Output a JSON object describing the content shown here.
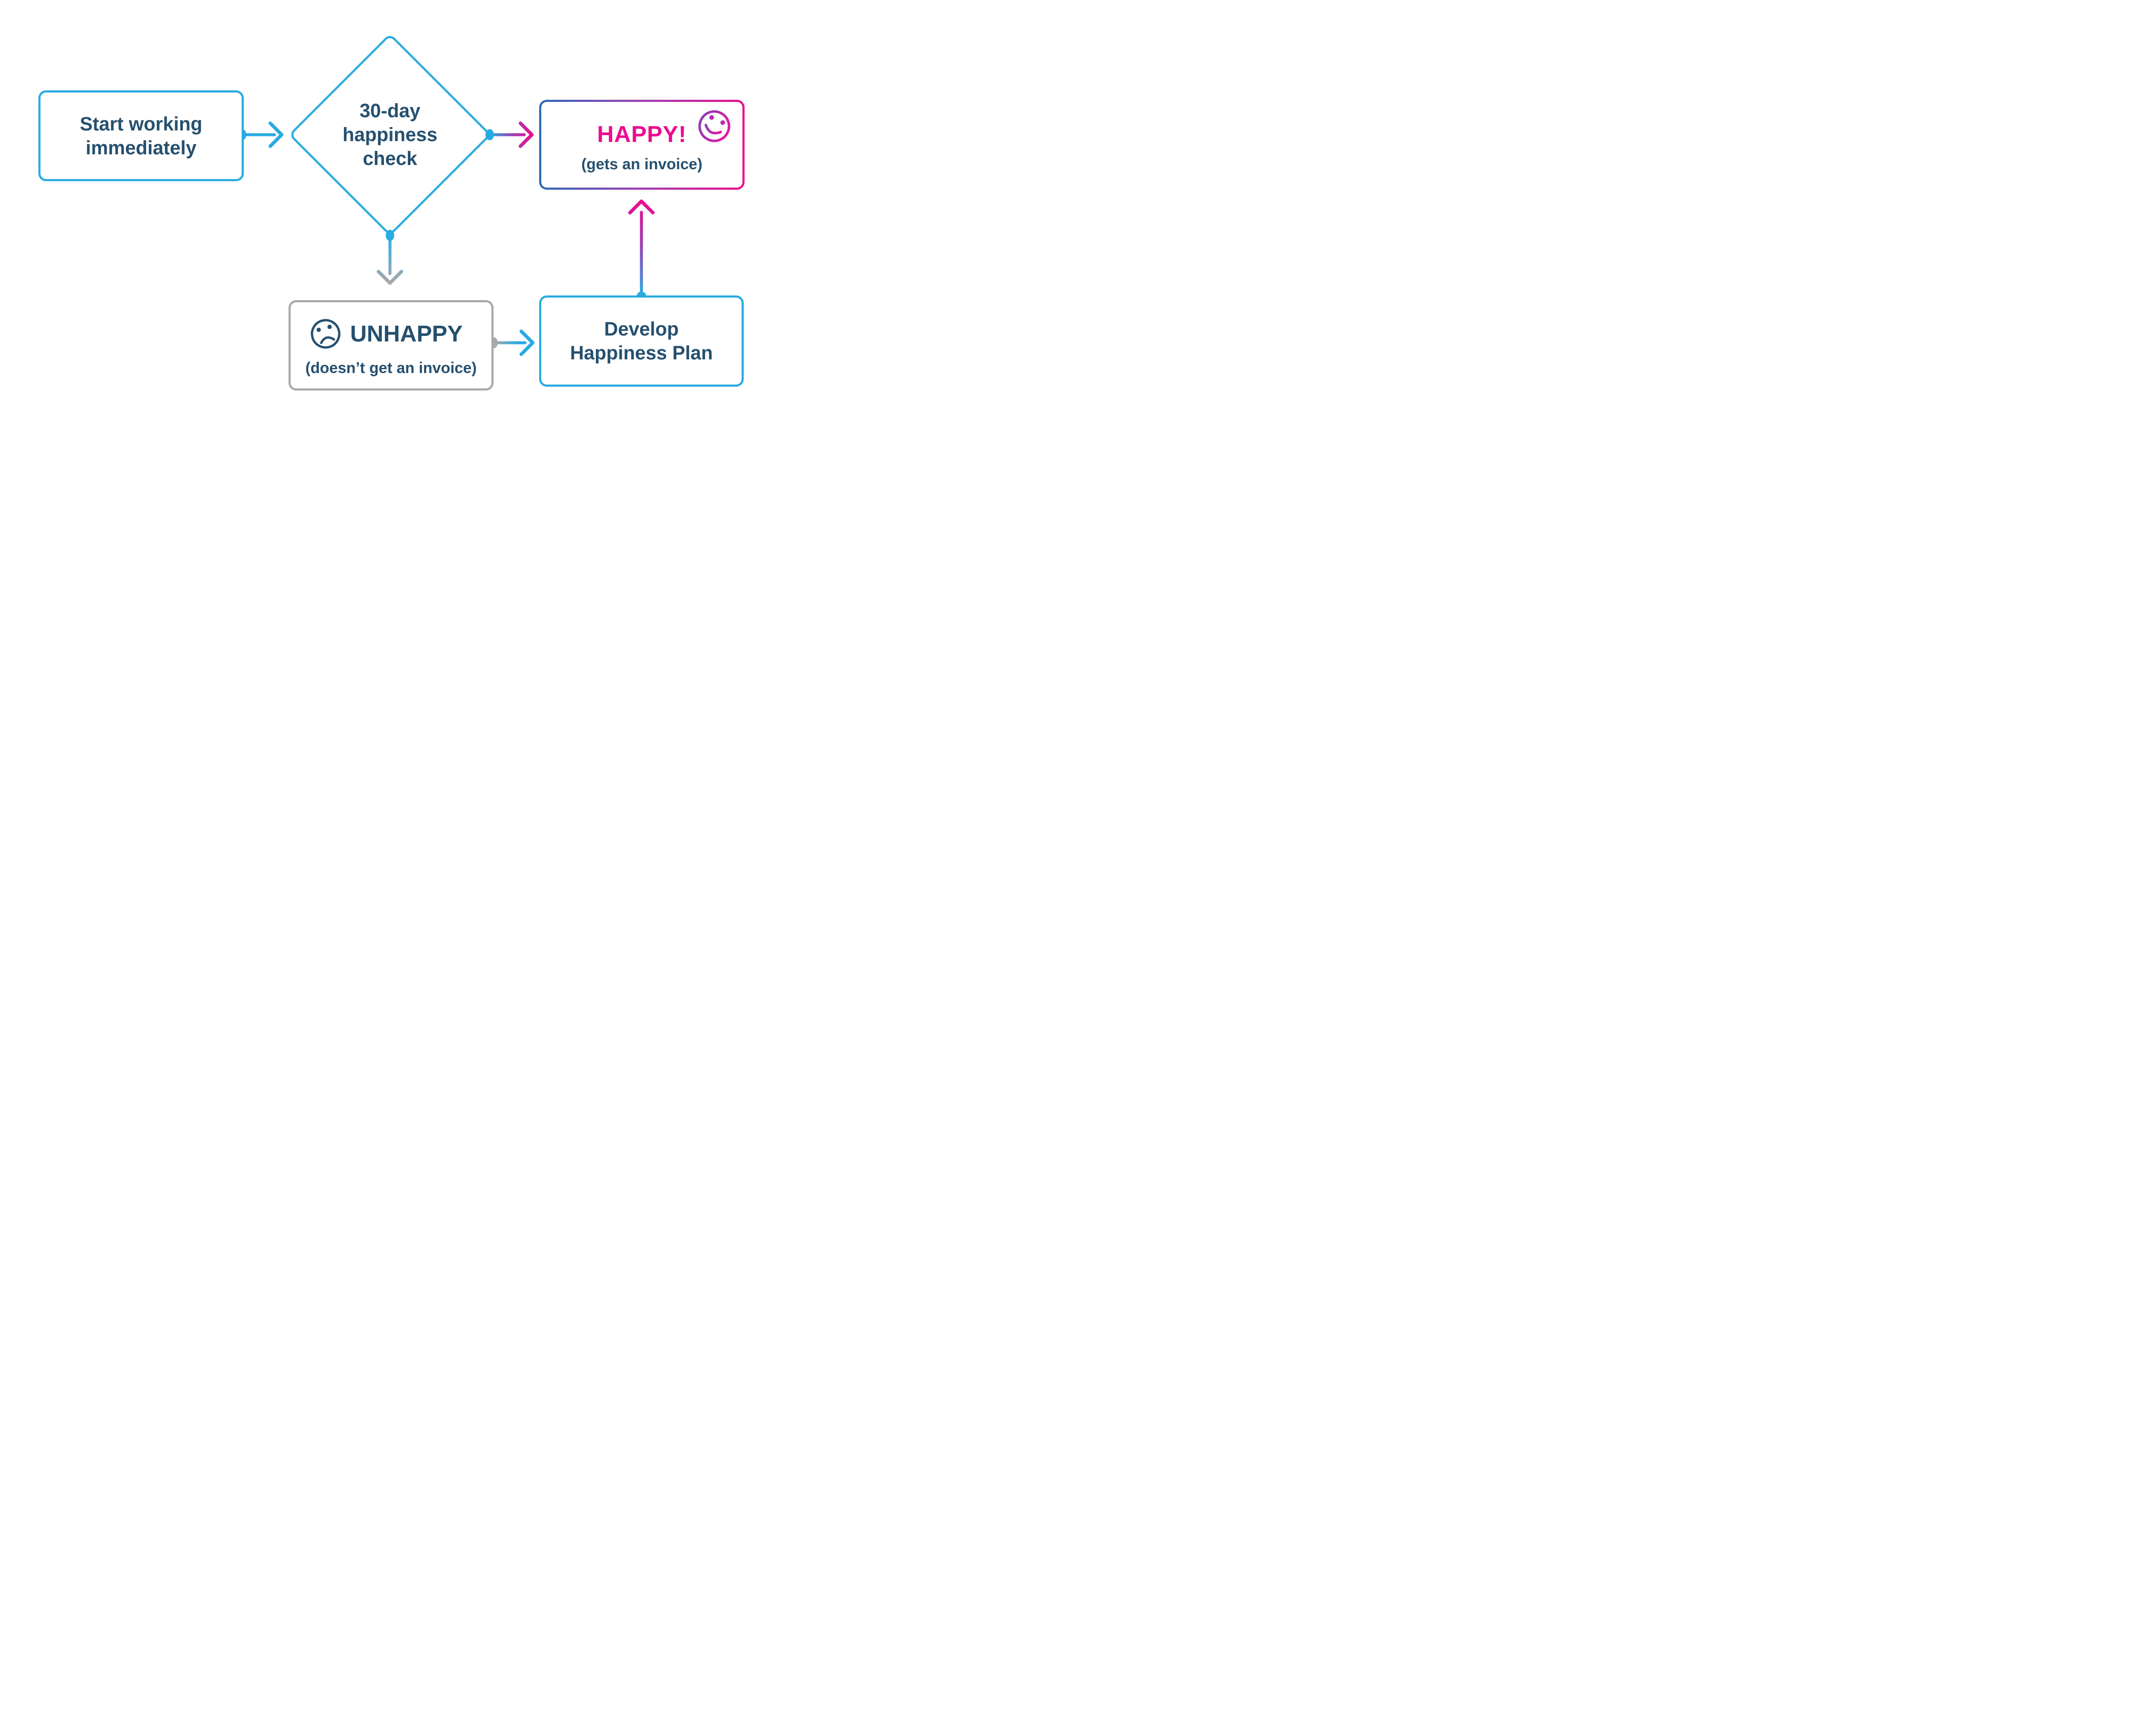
{
  "diagram": {
    "type": "flowchart",
    "background": "#ffffff",
    "colors": {
      "blue": "#29ABE2",
      "navy": "#26506F",
      "pink": "#EC0C8F",
      "purple": "#9C3FB3",
      "gray": "#A7A9AC",
      "happy_border_blue": "#2F6AB5"
    },
    "nodes": {
      "start": {
        "shape": "rectangle",
        "border_color": "#29ABE2",
        "lines": [
          "Start working",
          "immediately"
        ]
      },
      "decision": {
        "shape": "diamond",
        "border_color": "#29ABE2",
        "lines": [
          "30-day",
          "happiness",
          "check"
        ]
      },
      "happy": {
        "shape": "rectangle",
        "border_gradient": [
          "#2F6AB5",
          "#EC0C8F"
        ],
        "title": "HAPPY!",
        "subtitle": "(gets an invoice)",
        "icon": "smiley-face-icon"
      },
      "unhappy": {
        "shape": "rectangle",
        "border_color": "#A7A9AC",
        "title": "UNHAPPY",
        "subtitle": "(doesn’t get an invoice)",
        "icon": "frowny-face-icon"
      },
      "develop": {
        "shape": "rectangle",
        "border_color": "#29ABE2",
        "lines": [
          "Develop",
          "Happiness Plan"
        ]
      }
    },
    "edges": [
      {
        "from": "start",
        "to": "decision",
        "style": "solid-blue"
      },
      {
        "from": "decision",
        "to": "happy",
        "style": "blue-to-pink"
      },
      {
        "from": "decision",
        "to": "unhappy",
        "style": "blue-to-gray"
      },
      {
        "from": "unhappy",
        "to": "develop",
        "style": "gray-to-blue"
      },
      {
        "from": "develop",
        "to": "happy",
        "style": "blue-to-pink"
      }
    ]
  }
}
